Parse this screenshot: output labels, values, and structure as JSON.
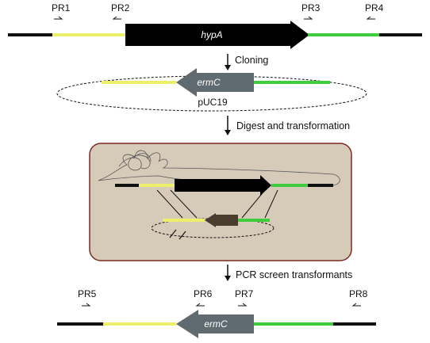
{
  "colors": {
    "black_dna": "#111111",
    "yellow_flank": "#ecef6a",
    "green_flank": "#3fcc3f",
    "gene_hypA": "#000000",
    "gene_ermC": "#5f6b70",
    "cell_fill": "#d6cbb9",
    "cell_border": "#7a2a22"
  },
  "primers": {
    "pr1": "PR1",
    "pr2": "PR2",
    "pr3": "PR3",
    "pr4": "PR4",
    "pr5": "PR5",
    "pr6": "PR6",
    "pr7": "PR7",
    "pr8": "PR8"
  },
  "genes": {
    "hypA": "hypA",
    "ermC_plasmid": "ermC",
    "ermC_final": "ermC"
  },
  "plasmid": {
    "name": "pUC19"
  },
  "steps": {
    "cloning": "Cloning",
    "digest": "Digest and transformation",
    "pcr": "PCR screen transformants"
  }
}
